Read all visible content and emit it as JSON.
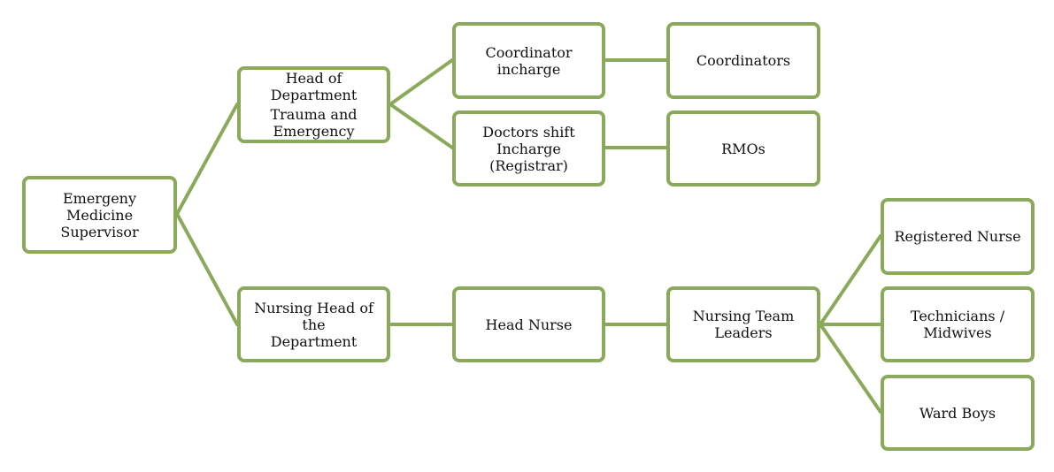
{
  "diagram": {
    "line_color": "#8aa95a",
    "nodes": {
      "supervisor": {
        "line1": "Emergeny Medicine",
        "line2": "Supervisor"
      },
      "hod_trauma": {
        "line1": "Head of Department",
        "line2": "Trauma and",
        "line3": "Emergency"
      },
      "coordinator_incharge": {
        "line1": "Coordinator incharge"
      },
      "doctors_shift": {
        "line1": "Doctors shift",
        "line2": "Incharge (Registrar)"
      },
      "coordinators": {
        "line1": "Coordinators"
      },
      "rmos": {
        "line1": "RMOs"
      },
      "nursing_hod": {
        "line1": "Nursing Head of the",
        "line2": "Department"
      },
      "head_nurse": {
        "line1": "Head Nurse"
      },
      "nursing_team_leaders": {
        "line1": "Nursing Team",
        "line2": "Leaders"
      },
      "registered_nurse": {
        "line1": "Registered Nurse"
      },
      "technicians": {
        "line1": "Technicians /",
        "line2": "Midwives"
      },
      "ward_boys": {
        "line1": "Ward Boys"
      }
    }
  }
}
